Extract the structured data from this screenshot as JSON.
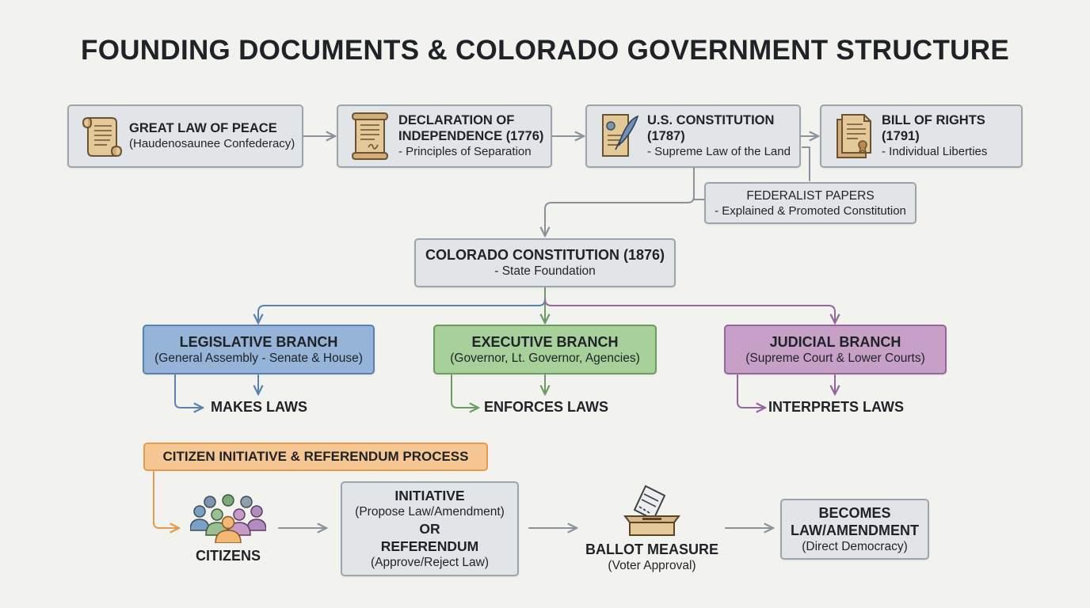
{
  "title": "FOUNDING DOCUMENTS & COLORADO GOVERNMENT STRUCTURE",
  "documents": {
    "great_law": {
      "heading": "GREAT LAW OF PEACE",
      "sub": "(Haudenosaunee Confederacy)",
      "icon": "scroll-icon"
    },
    "declaration": {
      "heading_line1": "DECLARATION OF",
      "heading_line2": "INDEPENDENCE (1776)",
      "sub": "- Principles of Separation",
      "icon": "scroll-document-icon"
    },
    "constitution": {
      "heading_line1": "U.S. CONSTITUTION",
      "heading_line2": "(1787)",
      "sub": "- Supreme Law of the Land",
      "icon": "quill-document-icon"
    },
    "bill_of_rights": {
      "heading_line1": "BILL OF RIGHTS",
      "heading_line2": "(1791)",
      "sub": "- Individual Liberties",
      "icon": "seal-document-icon"
    }
  },
  "federalist": {
    "heading": "FEDERALIST PAPERS",
    "sub": "- Explained & Promoted Constitution"
  },
  "colorado": {
    "heading": "COLORADO CONSTITUTION (1876)",
    "sub": "- State Foundation"
  },
  "branches": [
    {
      "name": "LEGISLATIVE BRANCH",
      "sub": "(General Assembly - Senate & House)",
      "role": "MAKES LAWS",
      "color": "#95b4d8",
      "line": "#5a82b0"
    },
    {
      "name": "EXECUTIVE BRANCH",
      "sub": "(Governor, Lt. Governor, Agencies)",
      "role": "ENFORCES LAWS",
      "color": "#a7d09b",
      "line": "#6b9d63"
    },
    {
      "name": "JUDICIAL BRANCH",
      "sub": "(Supreme Court & Lower Courts)",
      "role": "INTERPRETS LAWS",
      "color": "#c7a0c8",
      "line": "#93679a"
    }
  ],
  "citizen_process": {
    "heading": "CITIZEN INITIATIVE & REFERENDUM PROCESS",
    "citizens": "CITIZENS",
    "initiative": {
      "heading": "INITIATIVE",
      "sub": "(Propose Law/Amendment)",
      "or": "OR",
      "referendum": "REFERENDUM",
      "referendum_sub": "(Approve/Reject Law)"
    },
    "ballot": {
      "heading": "BALLOT MEASURE",
      "sub": "(Voter Approval)"
    },
    "result": {
      "heading_line1": "BECOMES",
      "heading_line2": "LAW/AMENDMENT",
      "sub": "(Direct Democracy)"
    },
    "accent_color": "#e59a4e"
  }
}
